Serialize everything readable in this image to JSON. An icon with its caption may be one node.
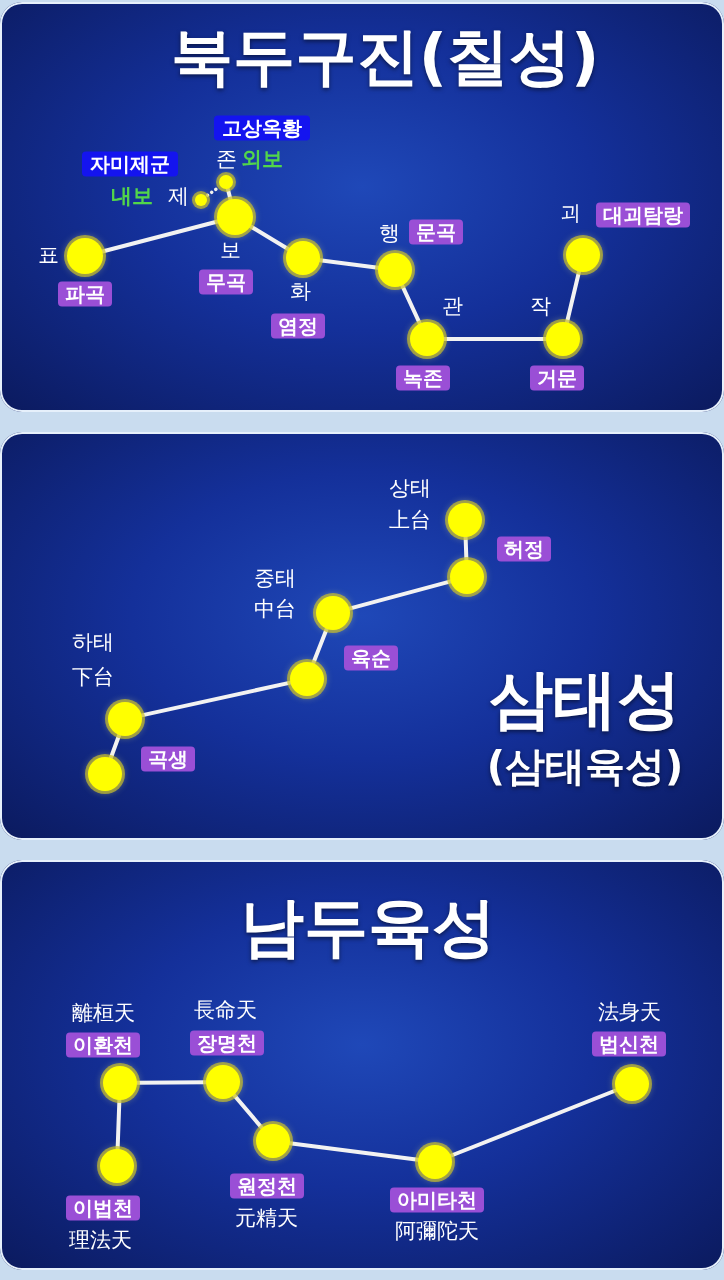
{
  "diagram": {
    "nodes": [
      {
        "text": [
          "북두구진(칠성)"
        ]
      },
      {
        "text": [],
        "shape": "circle",
        "in": 0,
        "beside": [
          "표",
          "파곡"
        ]
      },
      {
        "text": [],
        "shape": "circle",
        "in": 0,
        "beside": [
          "보",
          "무곡"
        ]
      },
      {
        "text": [],
        "shape": "circle",
        "in": 0,
        "beside": [
          "자미제군",
          "내보",
          "제"
        ]
      },
      {
        "text": [],
        "shape": "circle",
        "in": 0,
        "beside": [
          "고상옥황",
          "존",
          "외보"
        ]
      },
      {
        "text": [],
        "shape": "circle",
        "in": 0,
        "beside": [
          "화",
          "염정"
        ]
      },
      {
        "text": [],
        "shape": "circle",
        "in": 0,
        "beside": [
          "행",
          "문곡"
        ]
      },
      {
        "text": [],
        "shape": "circle",
        "in": 0,
        "beside": [
          "관",
          "녹존"
        ]
      },
      {
        "text": [],
        "shape": "circle",
        "in": 0,
        "beside": [
          "작",
          "거문"
        ]
      },
      {
        "text": [],
        "shape": "circle",
        "in": 0,
        "beside": [
          "괴",
          "대괴탐랑"
        ]
      },
      {
        "text": [
          "삼태성",
          "(삼태육성)"
        ]
      },
      {
        "text": [],
        "shape": "circle",
        "in": 10,
        "beside": [
          "상태",
          "上台"
        ]
      },
      {
        "text": [],
        "shape": "circle",
        "in": 10,
        "beside": [
          "허정"
        ]
      },
      {
        "text": [],
        "shape": "circle",
        "in": 10,
        "beside": [
          "중태",
          "中台"
        ]
      },
      {
        "text": [],
        "shape": "circle",
        "in": 10,
        "beside": [
          "육순"
        ]
      },
      {
        "text": [],
        "shape": "circle",
        "in": 10,
        "beside": [
          "하태",
          "下台"
        ]
      },
      {
        "text": [],
        "shape": "circle",
        "in": 10,
        "beside": [
          "곡생"
        ]
      },
      {
        "text": [
          "남두육성"
        ]
      },
      {
        "text": [],
        "shape": "circle",
        "in": 17,
        "beside": [
          "離桓天",
          "이환천"
        ]
      },
      {
        "text": [],
        "shape": "circle",
        "in": 17,
        "beside": [
          "이법천",
          "理法天"
        ]
      },
      {
        "text": [],
        "shape": "circle",
        "in": 17,
        "beside": [
          "長命天",
          "장명천"
        ]
      },
      {
        "text": [],
        "shape": "circle",
        "in": 17,
        "beside": [
          "원정천",
          "元精天"
        ]
      },
      {
        "text": [],
        "shape": "circle",
        "in": 17,
        "beside": [
          "아미타천",
          "阿彌陀天"
        ]
      },
      {
        "text": [],
        "shape": "circle",
        "in": 17,
        "beside": [
          "法身天",
          "법신천"
        ]
      }
    ],
    "edges": [
      {
        "from": 1,
        "to": 2,
        "arrow": "none"
      },
      {
        "from": 2,
        "to": 5,
        "arrow": "none"
      },
      {
        "from": 5,
        "to": 6,
        "arrow": "none"
      },
      {
        "from": 6,
        "to": 7,
        "arrow": "none"
      },
      {
        "from": 7,
        "to": 8,
        "arrow": "none"
      },
      {
        "from": 8,
        "to": 9,
        "arrow": "none"
      },
      {
        "from": 3,
        "to": 4,
        "arrow": "none",
        "style": "dashed"
      },
      {
        "from": 4,
        "to": 2,
        "arrow": "none"
      },
      {
        "from": 11,
        "to": 12,
        "arrow": "none"
      },
      {
        "from": 12,
        "to": 13,
        "arrow": "none"
      },
      {
        "from": 13,
        "to": 14,
        "arrow": "none"
      },
      {
        "from": 14,
        "to": 15,
        "arrow": "none"
      },
      {
        "from": 15,
        "to": 16,
        "arrow": "none"
      },
      {
        "from": 19,
        "to": 18,
        "arrow": "none"
      },
      {
        "from": 18,
        "to": 20,
        "arrow": "none"
      },
      {
        "from": 20,
        "to": 21,
        "arrow": "none"
      },
      {
        "from": 21,
        "to": 22,
        "arrow": "none"
      },
      {
        "from": 22,
        "to": 23,
        "arrow": "none"
      }
    ]
  }
}
